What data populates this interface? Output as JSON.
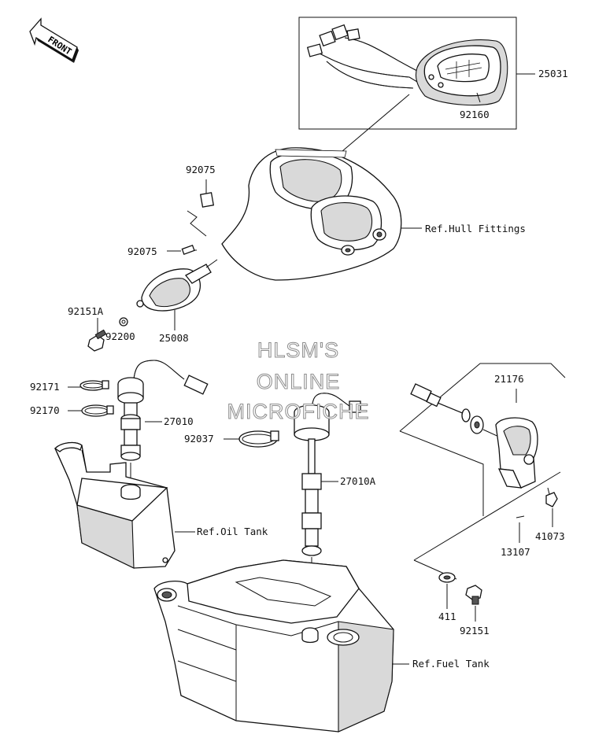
{
  "front_arrow": {
    "text": "FRONT"
  },
  "part_numbers": {
    "p25031": "25031",
    "p92160": "92160",
    "p92075_top": "92075",
    "p92075_mid": "92075",
    "p92151A": "92151A",
    "p92200": "92200",
    "p25008": "25008",
    "p92171": "92171",
    "p92170": "92170",
    "p27010": "27010",
    "p92037": "92037",
    "p27010A": "27010A",
    "p21176": "21176",
    "p41073": "41073",
    "p13107": "13107",
    "p411": "411",
    "p92151": "92151"
  },
  "references": {
    "hull_fittings": "Ref.Hull Fittings",
    "oil_tank": "Ref.Oil Tank",
    "fuel_tank": "Ref.Fuel Tank"
  },
  "watermark": {
    "line1": "HLSM'S",
    "line2": "ONLINE",
    "line3": "MICROFICHE"
  }
}
